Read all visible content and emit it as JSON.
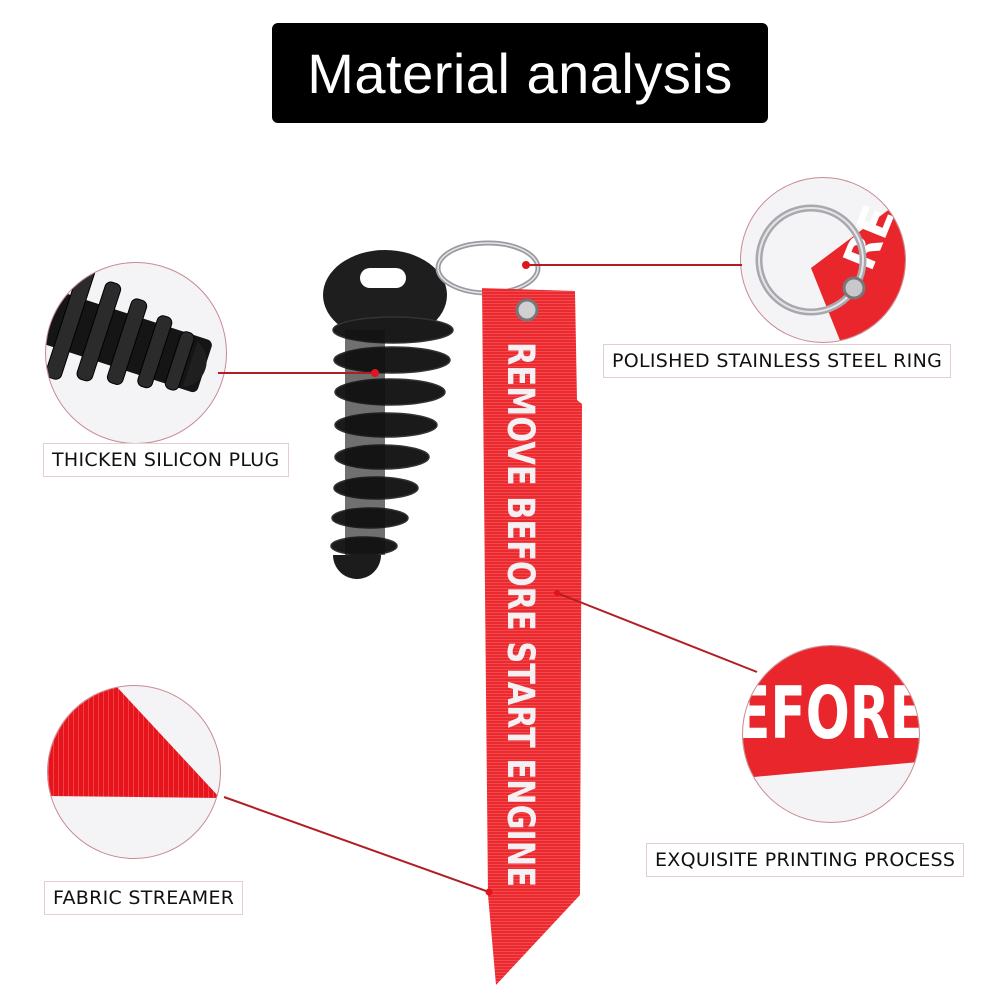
{
  "title": "Material analysis",
  "callouts": [
    {
      "id": "plug",
      "label": "THICKEN SILICON PLUG"
    },
    {
      "id": "ring",
      "label": "POLISHED STAINLESS STEEL RING"
    },
    {
      "id": "printing",
      "label": "EXQUISITE PRINTING PROCESS"
    },
    {
      "id": "streamer",
      "label": "FABRIC STREAMER"
    }
  ],
  "product": {
    "streamer_text": "REMOVE BEFORE START ENGINE",
    "ring_detail_text": "RE",
    "printing_detail_text": "EFORE"
  },
  "colors": {
    "title_bg": "#000000",
    "streamer_red": "#e8262b",
    "leader_line": "#b01e24",
    "plug_black": "#1a1a1a"
  }
}
